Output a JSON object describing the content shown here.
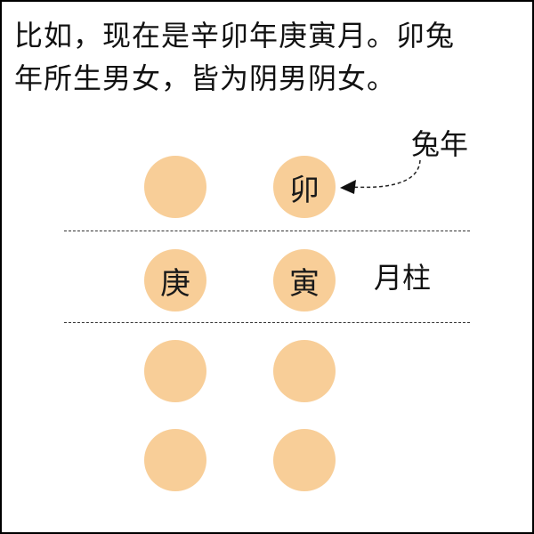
{
  "intro": {
    "line1": "比如，现在是辛卯年庚寅月。卯兔",
    "line2": "年所生男女，皆为阴男阴女。"
  },
  "pillars": {
    "year": {
      "stem": "",
      "branch": "卯",
      "annotation": "兔年"
    },
    "month": {
      "stem": "庚",
      "branch": "寅",
      "label": "月柱"
    },
    "day": {
      "stem": "",
      "branch": ""
    },
    "hour": {
      "stem": "",
      "branch": ""
    }
  },
  "colors": {
    "circle_fill": "#f8ce98",
    "border": "#000000",
    "divider": "#333333"
  }
}
